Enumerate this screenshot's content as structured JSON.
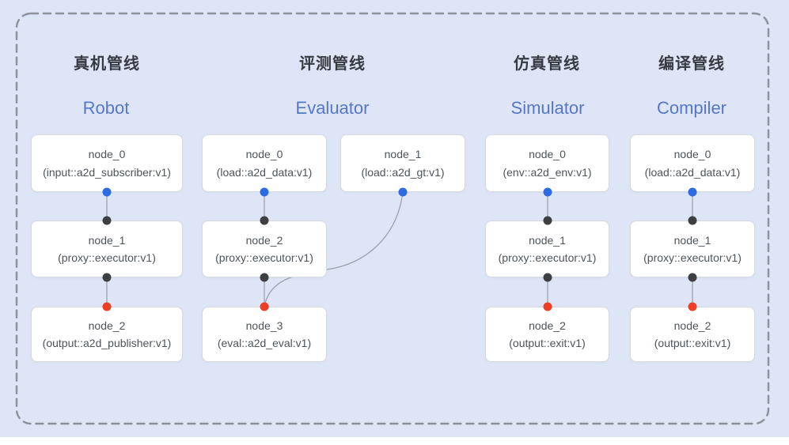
{
  "colors": {
    "bg": "#dee5f7",
    "box-bg": "#ffffff",
    "box-border": "#d7d9de",
    "text": "#4d545c",
    "title-zh": "#363b42",
    "title-en": "#5677c8",
    "dash": "#8d929b",
    "line": "#9aa2ad",
    "dot-blue": "#2e6ae1",
    "dot-dark": "#3d3f42",
    "dot-red": "#ee3f26"
  },
  "pipelines": [
    {
      "id": "robot",
      "title_zh": "真机管线",
      "title_en": "Robot",
      "nodes": [
        {
          "name": "node_0",
          "type": "(input::a2d_subscriber:v1)"
        },
        {
          "name": "node_1",
          "type": "(proxy::executor:v1)"
        },
        {
          "name": "node_2",
          "type": "(output::a2d_publisher:v1)"
        }
      ]
    },
    {
      "id": "evaluator",
      "title_zh": "评测管线",
      "title_en": "Evaluator",
      "nodes": [
        {
          "name": "node_0",
          "type": "(load::a2d_data:v1)"
        },
        {
          "name": "node_1",
          "type": "(load::a2d_gt:v1)"
        },
        {
          "name": "node_2",
          "type": "(proxy::executor:v1)"
        },
        {
          "name": "node_3",
          "type": "(eval::a2d_eval:v1)"
        }
      ]
    },
    {
      "id": "simulator",
      "title_zh": "仿真管线",
      "title_en": "Simulator",
      "nodes": [
        {
          "name": "node_0",
          "type": "(env::a2d_env:v1)"
        },
        {
          "name": "node_1",
          "type": "(proxy::executor:v1)"
        },
        {
          "name": "node_2",
          "type": "(output::exit:v1)"
        }
      ]
    },
    {
      "id": "compiler",
      "title_zh": "编译管线",
      "title_en": "Compiler",
      "nodes": [
        {
          "name": "node_0",
          "type": "(load::a2d_data:v1)"
        },
        {
          "name": "node_1",
          "type": "(proxy::executor:v1)"
        },
        {
          "name": "node_2",
          "type": "(output::exit:v1)"
        }
      ]
    }
  ],
  "edges": [
    {
      "from": "robot/node_0",
      "to": "robot/node_1",
      "shape": "straight"
    },
    {
      "from": "robot/node_1",
      "to": "robot/node_2",
      "shape": "straight"
    },
    {
      "from": "evaluator/node_0",
      "to": "evaluator/node_2",
      "shape": "straight"
    },
    {
      "from": "evaluator/node_1",
      "to": "evaluator/node_3",
      "shape": "curved"
    },
    {
      "from": "evaluator/node_2",
      "to": "evaluator/node_3",
      "shape": "straight"
    },
    {
      "from": "simulator/node_0",
      "to": "simulator/node_1",
      "shape": "straight"
    },
    {
      "from": "simulator/node_1",
      "to": "simulator/node_2",
      "shape": "straight"
    },
    {
      "from": "compiler/node_0",
      "to": "compiler/node_1",
      "shape": "straight"
    },
    {
      "from": "compiler/node_1",
      "to": "compiler/node_2",
      "shape": "straight"
    }
  ],
  "port_legend": {
    "blue": "source-output-port",
    "dark": "intermediate-port",
    "red": "sink-input-port"
  }
}
